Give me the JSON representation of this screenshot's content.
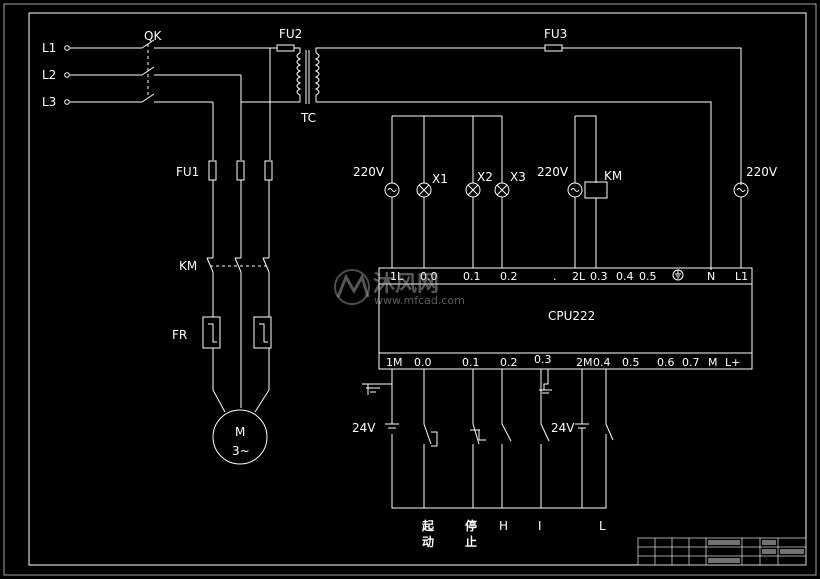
{
  "labels": {
    "l1": "L1",
    "l2": "L2",
    "l3": "L3",
    "qk": "QK",
    "fu2": "FU2",
    "fu3": "FU3",
    "tc": "TC",
    "fu1": "FU1",
    "km_contact": "KM",
    "fr": "FR",
    "motor_m": "M",
    "motor_phase": "3~",
    "v220_a": "220V",
    "x1": "X1",
    "x2": "X2",
    "x3": "X3",
    "v220_b": "220V",
    "km_coil": "KM",
    "v220_c": "220V",
    "v24_a": "24V",
    "v24_b": "24V",
    "sw_start_1": "起",
    "sw_start_2": "动",
    "sw_stop_1": "停",
    "sw_stop_2": "止",
    "sw_h": "H",
    "sw_i": "I",
    "sw_l": "L"
  },
  "plc": {
    "name": "CPU222",
    "top_terminals": [
      "1L",
      "0.0",
      "0.1",
      "0.2",
      ".",
      "2L",
      "0.3",
      "0.4",
      "0.5",
      "N",
      "L1"
    ],
    "bottom_terminals": [
      "1M",
      "0.0",
      "0.1",
      "0.2",
      "0.3",
      "2M",
      "0.4",
      "0.5",
      "0.6",
      "0.7",
      "M",
      "L+"
    ]
  },
  "watermark": {
    "brand": "沐风网",
    "url": "www.mfcad.com"
  }
}
